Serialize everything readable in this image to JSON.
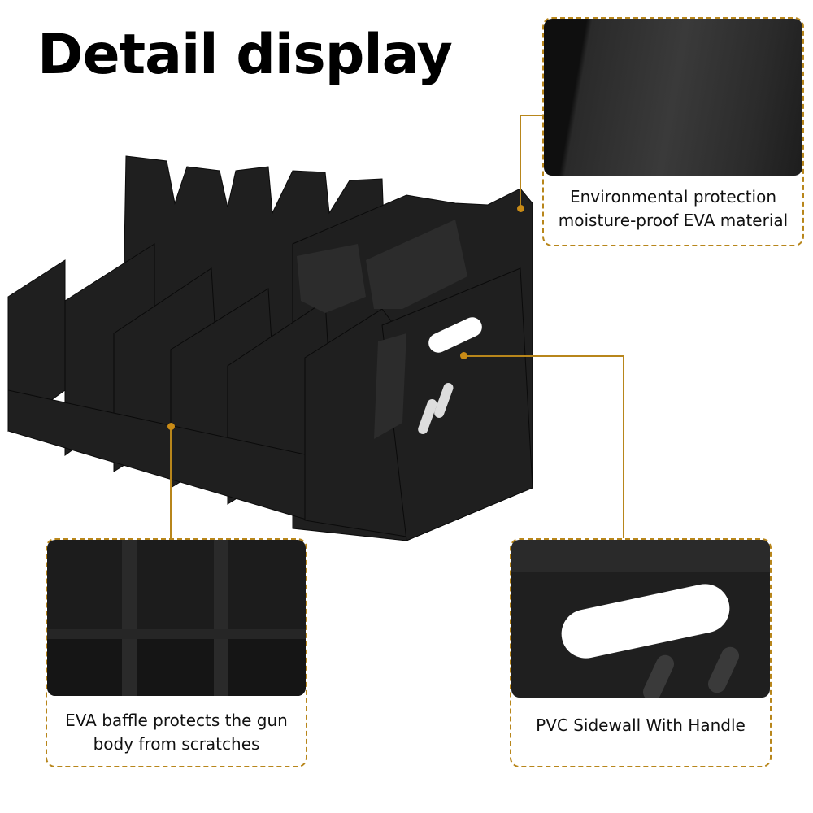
{
  "title": "Detail display",
  "callouts": [
    {
      "id": "material",
      "lines": [
        "Environmental protection",
        "moisture-proof EVA material"
      ]
    },
    {
      "id": "baffle",
      "lines": [
        "EVA baffle protects the gun",
        "body from scratches"
      ]
    },
    {
      "id": "sidewall",
      "lines": [
        "PVC Sidewall With Handle"
      ]
    }
  ],
  "colors": {
    "accent": "#b8861b",
    "product": "#1e1e1e"
  }
}
